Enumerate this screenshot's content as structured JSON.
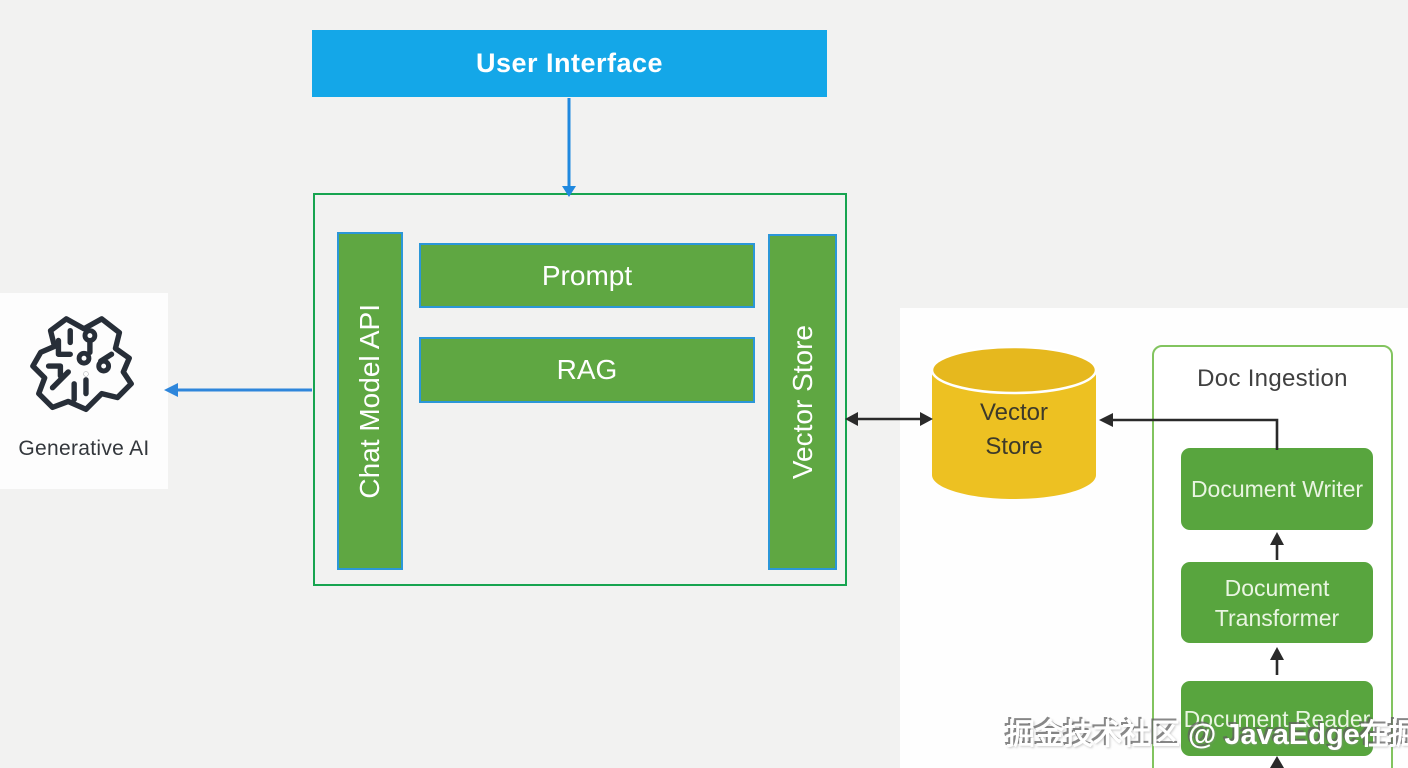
{
  "ui_box": {
    "label": "User Interface"
  },
  "app": {
    "chat_model_api_label": "Chat Model API",
    "prompt_label": "Prompt",
    "rag_label": "RAG",
    "vector_store_label": "Vector Store"
  },
  "generative_ai": {
    "label": "Generative AI",
    "icon": "brain-circuit-icon"
  },
  "vector_db": {
    "label": "Vector Store"
  },
  "doc_ingestion": {
    "title": "Doc Ingestion",
    "boxes": [
      {
        "label": "Document Writer"
      },
      {
        "label": "Document Transformer"
      },
      {
        "label": "Document Reader"
      }
    ]
  },
  "watermark": {
    "text": "掘金技术社区 @ JavaEdge在掘金"
  },
  "colors": {
    "background": "#f2f2f1",
    "accent_blue": "#14a7e8",
    "green_fill": "#5fa742",
    "green_container_border": "#17a450",
    "box_border_blue": "#2b97d8",
    "doc_green": "#58a53e",
    "doc_panel_border": "#82c45f",
    "cylinder_yellow": "#edc122",
    "arrow_black": "#2a2a2a",
    "arrow_blue": "#2089df"
  }
}
